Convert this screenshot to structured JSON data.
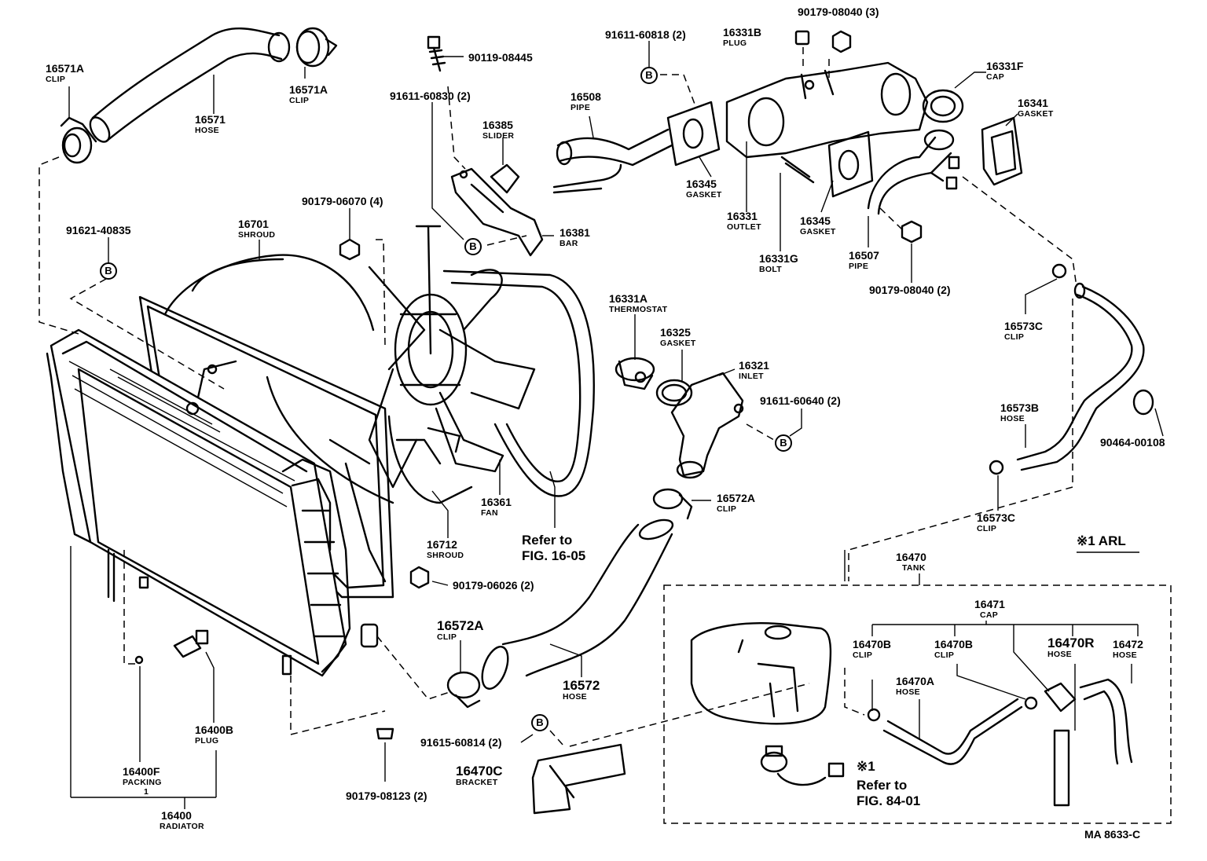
{
  "diagram_code": "MA  8633-C",
  "arl_note": "※1 ARL",
  "callout_letter": "B",
  "parts": {
    "p16571A_top": {
      "number": "16571A",
      "name": "CLIP"
    },
    "p16571A_right": {
      "number": "16571A",
      "name": "CLIP"
    },
    "p16571": {
      "number": "16571",
      "name": "HOSE"
    },
    "p90119": {
      "number": "90119-08445",
      "name": ""
    },
    "p91611_60830": {
      "number": "91611-60830 (2)",
      "name": ""
    },
    "p16385": {
      "number": "16385",
      "name": "SLIDER"
    },
    "p16381": {
      "number": "16381",
      "name": "BAR"
    },
    "p91611_60818": {
      "number": "91611-60818 (2)",
      "name": ""
    },
    "p16331B": {
      "number": "16331B",
      "name": "PLUG"
    },
    "p90179_08040_3": {
      "number": "90179-08040 (3)",
      "name": ""
    },
    "p16331F": {
      "number": "16331F",
      "name": "CAP"
    },
    "p16341": {
      "number": "16341",
      "name": "GASKET"
    },
    "p16508": {
      "number": "16508",
      "name": "PIPE"
    },
    "p16345a": {
      "number": "16345",
      "name": "GASKET"
    },
    "p16331": {
      "number": "16331",
      "name": "OUTLET"
    },
    "p16345b": {
      "number": "16345",
      "name": "GASKET"
    },
    "p16331G": {
      "number": "16331G",
      "name": "BOLT"
    },
    "p16507": {
      "number": "16507",
      "name": "PIPE"
    },
    "p90179_08040_2": {
      "number": "90179-08040 (2)",
      "name": ""
    },
    "p91621": {
      "number": "91621-40835",
      "name": ""
    },
    "p16701": {
      "number": "16701",
      "name": "SHROUD"
    },
    "p90179_06070": {
      "number": "90179-06070 (4)",
      "name": ""
    },
    "p16331A": {
      "number": "16331A",
      "name": "THERMOSTAT"
    },
    "p16325": {
      "number": "16325",
      "name": "GASKET"
    },
    "p16321": {
      "number": "16321",
      "name": "INLET"
    },
    "p91611_60640": {
      "number": "91611-60640 (2)",
      "name": ""
    },
    "p16573C_top": {
      "number": "16573C",
      "name": "CLIP"
    },
    "p16573B": {
      "number": "16573B",
      "name": "HOSE"
    },
    "p90464": {
      "number": "90464-00108",
      "name": ""
    },
    "p16573C_bot": {
      "number": "16573C",
      "name": "CLIP"
    },
    "p16361": {
      "number": "16361",
      "name": "FAN"
    },
    "p16712": {
      "number": "16712",
      "name": "SHROUD"
    },
    "p16572A_right": {
      "number": "16572A",
      "name": "CLIP"
    },
    "p90179_06026": {
      "number": "90179-06026 (2)",
      "name": ""
    },
    "p16572A_left": {
      "number": "16572A",
      "name": "CLIP"
    },
    "p16572": {
      "number": "16572",
      "name": "HOSE"
    },
    "p16470": {
      "number": "16470",
      "name": "TANK"
    },
    "p16471": {
      "number": "16471",
      "name": "CAP"
    },
    "p16470B_a": {
      "number": "16470B",
      "name": "CLIP"
    },
    "p16470B_b": {
      "number": "16470B",
      "name": "CLIP"
    },
    "p16470R": {
      "number": "16470R",
      "name": "HOSE"
    },
    "p16472": {
      "number": "16472",
      "name": "HOSE"
    },
    "p16470A": {
      "number": "16470A",
      "name": "HOSE"
    },
    "p16400B": {
      "number": "16400B",
      "name": "PLUG"
    },
    "p16400F": {
      "number": "16400F",
      "name": "PACKING"
    },
    "p16400": {
      "number": "16400",
      "name": "RADIATOR"
    },
    "p90179_08123": {
      "number": "90179-08123 (2)",
      "name": ""
    },
    "p91615": {
      "number": "91615-60814 (2)",
      "name": ""
    },
    "p16470C": {
      "number": "16470C",
      "name": "BRACKET"
    }
  },
  "references": {
    "fig_16_05": {
      "line1": "Refer to",
      "line2": "FIG. 16-05"
    },
    "fig_84_01": {
      "mark": "※1",
      "line1": "Refer to",
      "line2": "FIG. 84-01"
    }
  },
  "packing_qty": "1"
}
